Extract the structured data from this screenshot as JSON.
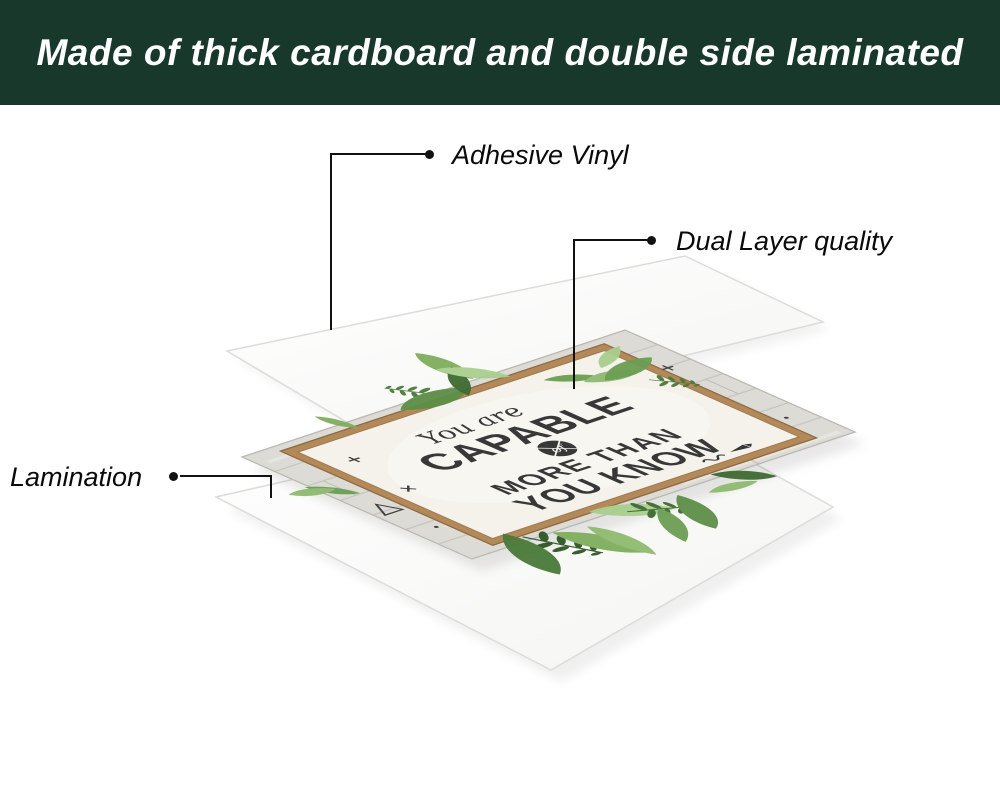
{
  "header": {
    "title": "Made of thick cardboard and double side laminated"
  },
  "callouts": {
    "adhesive": {
      "label": "Adhesive Vinyl"
    },
    "dual": {
      "label": "Dual Layer quality"
    },
    "lamination": {
      "label": "Lamination"
    }
  },
  "sign": {
    "lines": [
      "You are",
      "CAPABLE",
      "of",
      "MORE THAN",
      "YOU KNOW"
    ]
  },
  "colors": {
    "header_bg": "#17382b",
    "header_text": "#ffffff",
    "callout_ink": "#111111",
    "frame_tan": "#b4895a",
    "panel_cream": "#f4f2ea",
    "wood_base": "#dcdbd5",
    "sign_ink": "#383838",
    "leaf_greens": [
      "#5d8f47",
      "#7fae5e",
      "#3f6b31",
      "#a9cf8d",
      "#6b9e53",
      "#8fba70",
      "#4a7a39",
      "#2f5526"
    ]
  }
}
